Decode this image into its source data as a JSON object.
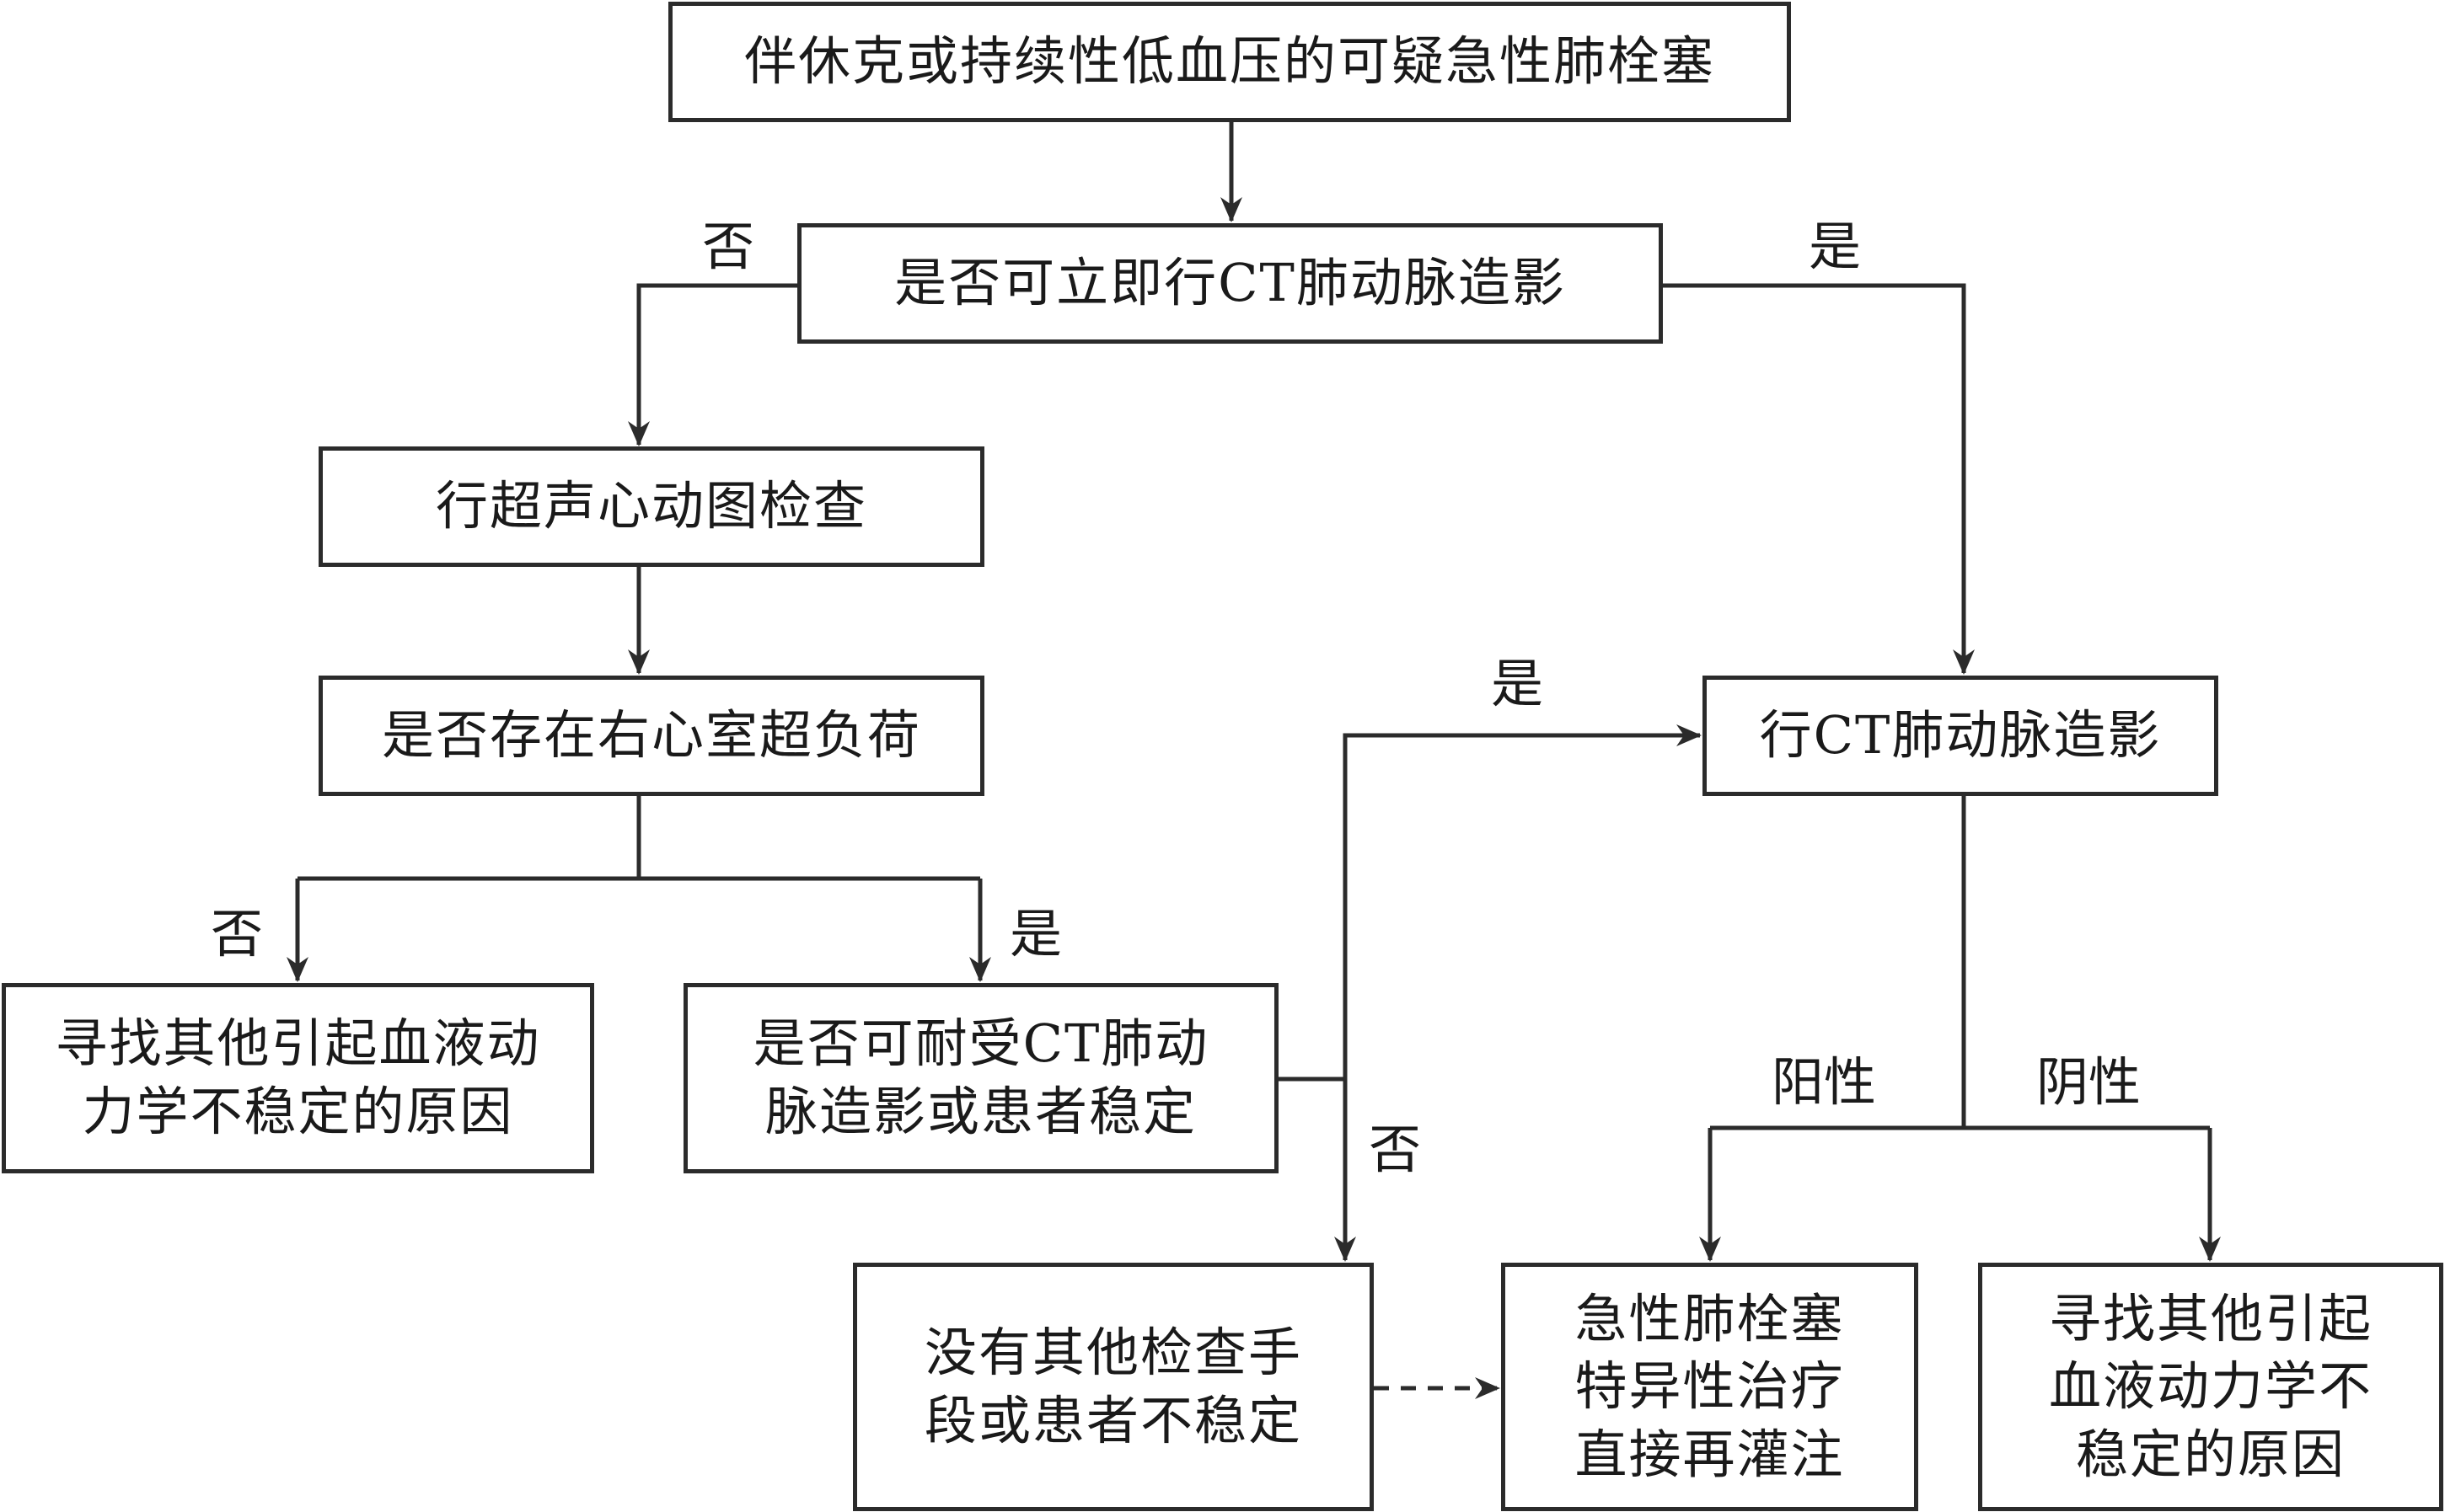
{
  "nodes": {
    "start": [
      "伴休克或持续性低血压的可疑急性肺栓塞"
    ],
    "ct_available": [
      "是否可立即行CT肺动脉造影"
    ],
    "echo": [
      "行超声心动图检查"
    ],
    "rv_overload": [
      "是否存在右心室超负荷"
    ],
    "other_cause_left": [
      "寻找其他引起血液动",
      "力学不稳定的原因"
    ],
    "tolerate_ct": [
      "是否可耐受CT肺动",
      "脉造影或患者稳定"
    ],
    "no_other_means": [
      "没有其他检查手",
      "段或患者不稳定"
    ],
    "do_ct": [
      "行CT肺动脉造影"
    ],
    "pe_treatment": [
      "急性肺栓塞",
      "特异性治疗",
      "直接再灌注"
    ],
    "other_cause_right": [
      "寻找其他引起",
      "血液动力学不",
      "稳定的原因"
    ]
  },
  "edge_labels": {
    "no_1": "否",
    "yes_1": "是",
    "no_2": "否",
    "yes_2": "是",
    "yes_3": "是",
    "no_3": "否",
    "positive": "阳性",
    "negative": "阴性"
  }
}
